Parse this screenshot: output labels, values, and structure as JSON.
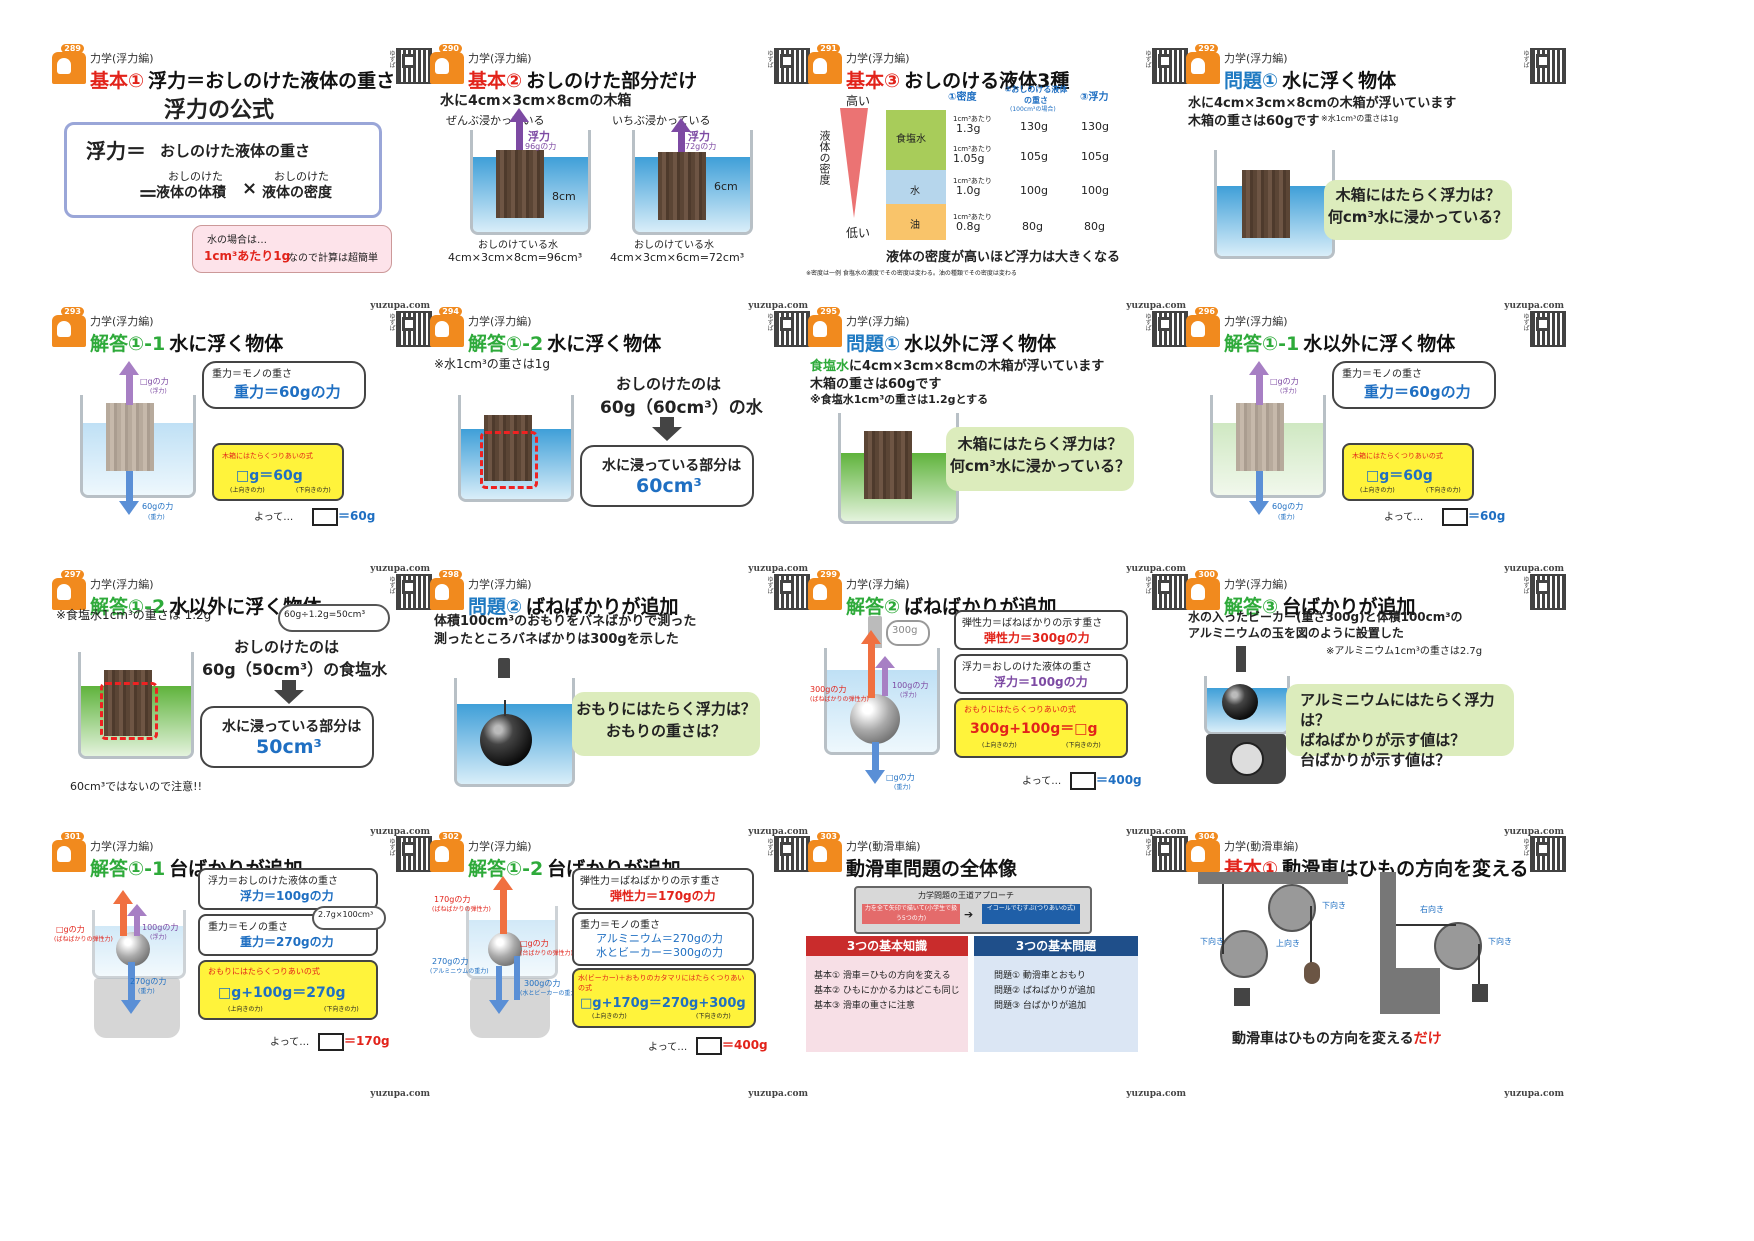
{
  "common": {
    "footer": "yuzupa.com",
    "qr_side": "ゆずぱ",
    "category": "力学(浮力編)",
    "category2": "力学(動滑車編)"
  },
  "cards": [
    {
      "num": "289",
      "tag": "基本①",
      "title": "浮力＝おしのけた液体の重さ",
      "heading": "浮力の公式",
      "f1a": "浮力＝",
      "f1b": "おしのけた液体の重さ",
      "f2eq": "＝",
      "f2a_top": "おしのけた",
      "f2a": "液体の体積",
      "times": "×",
      "f2b_top": "おしのけた",
      "f2b": "液体の密度",
      "note1": "水の場合は…",
      "note2a": "1cm³あたり1g",
      "note2b": "なので計算は超簡単"
    },
    {
      "num": "290",
      "tag": "基本②",
      "title": "おしのけた部分だけ",
      "lead": "水に4cm×3cm×8cmの木箱",
      "l1": "ぜんぶ浸かっている",
      "l2": "いちぶ浸かっている",
      "b1": "浮力",
      "b1s": "96gの力",
      "b2": "浮力",
      "b2s": "72gの力",
      "d1": "8cm",
      "d2": "6cm",
      "c1": "おしのけている水",
      "c1b": "4cm×3cm×8cm=96cm³",
      "c2": "おしのけている水",
      "c2b": "4cm×3cm×6cm=72cm³"
    },
    {
      "num": "291",
      "tag": "基本③",
      "title": "おしのける液体3種",
      "hi": "高い",
      "lo": "低い",
      "axis": "液体の密度",
      "h1": "①密度",
      "h2": "②おしのける液体の重さ",
      "h2s": "(100cm³の場合)",
      "h3": "③浮力",
      "rows": [
        {
          "name": "食塩水",
          "unit": "1cm³あたり",
          "d": "1.3g",
          "w": "130g",
          "f": "130g"
        },
        {
          "name": "",
          "unit": "1cm³あたり",
          "d": "1.05g",
          "w": "105g",
          "f": "105g"
        },
        {
          "name": "水",
          "unit": "1cm³あたり",
          "d": "1.0g",
          "w": "100g",
          "f": "100g"
        },
        {
          "name": "油",
          "unit": "1cm³あたり",
          "d": "0.8g",
          "w": "80g",
          "f": "80g"
        }
      ],
      "concl": "液体の密度が高いほど浮力は大きくなる",
      "fn": "※密度は一例 食塩水の濃度でその密度は変わる。油の種類でその密度は変わる"
    },
    {
      "num": "292",
      "tag": "問題①",
      "title": "水に浮く物体",
      "lead1": "水に4cm×3cm×8cmの木箱が浮いています",
      "lead2": "木箱の重さは60gです",
      "lead2s": "※水1cm³の重さは1g",
      "q1": "木箱にはたらく浮力は？",
      "q2": "何cm³水に浸かっている？"
    },
    {
      "num": "293",
      "tag": "解答①-1",
      "title": "水に浮く物体",
      "bu1": "重力＝モノの重さ",
      "bu2": "重力＝60gの力",
      "up": "□gの力",
      "ups": "(浮力)",
      "down": "60gの力",
      "downs": "(重力)",
      "yt": "木箱にはたらくつりあいの式",
      "ye": "□g＝60g",
      "yl": "(上向きの力)",
      "yr": "(下向きの力)",
      "res": "よって…",
      "ans": "＝60g"
    },
    {
      "num": "294",
      "tag": "解答①-2",
      "title": "水に浮く物体",
      "note": "※水1cm³の重さは1g",
      "t1": "おしのけたのは",
      "t2": "60g（60cm³）の水",
      "b1": "水に浸っている部分は",
      "b2": "60cm³"
    },
    {
      "num": "295",
      "tag": "問題①",
      "title": "水以外に浮く物体",
      "lead1a": "食塩水",
      "lead1b": "に4cm×3cm×8cmの木箱が浮いています",
      "lead2": "木箱の重さは60gです",
      "lead3": "※食塩水1cm³の重さは1.2gとする",
      "q1": "木箱にはたらく浮力は？",
      "q2": "何cm³水に浸かっている？"
    },
    {
      "num": "296",
      "tag": "解答①-1",
      "title": "水以外に浮く物体",
      "bu1": "重力＝モノの重さ",
      "bu2": "重力＝60gの力",
      "up": "□gの力",
      "ups": "(浮力)",
      "down": "60gの力",
      "downs": "(重力)",
      "yt": "木箱にはたらくつりあいの式",
      "ye": "□g＝60g",
      "yl": "(上向きの力)",
      "yr": "(下向きの力)",
      "res": "よって…",
      "ans": "＝60g"
    },
    {
      "num": "297",
      "tag": "解答①-2",
      "title": "水以外に浮く物体",
      "note": "※食塩水1cm³の重さは 1.2g",
      "calc": "60g÷1.2g=50cm³",
      "t1": "おしのけたのは",
      "t2": "60g（50cm³）の食塩水",
      "b1": "水に浸っている部分は",
      "b2": "50cm³",
      "warn": "60cm³ではないので注意!!"
    },
    {
      "num": "298",
      "tag": "問題②",
      "title": "ばねばかりが追加",
      "lead1": "体積100cm³のおもりをバネばかりで測った",
      "lead2": "測ったところバネばかりは300gを示した",
      "q1": "おもりにはたらく浮力は？",
      "q2": "おもりの重さは？"
    },
    {
      "num": "299",
      "tag": "解答②",
      "title": "ばねばかりが追加",
      "b1a": "弾性力＝ばねばかりの示す重さ",
      "b1b": "弾性力＝300gの力",
      "b2a": "浮力＝おしのけた液体の重さ",
      "b2b": "浮力＝100gの力",
      "yt": "おもりにはたらくつりあいの式",
      "ye": "300g+100g＝□g",
      "yl": "(上向きの力)",
      "yr": "(下向きの力)",
      "l300": "300gの力",
      "l300s": "(ばねばかりの弾性力)",
      "l100": "100gの力",
      "l100s": "(浮力)",
      "ld": "□gの力",
      "lds": "(重力)",
      "scale": "300g",
      "res": "よって…",
      "ans": "＝400g"
    },
    {
      "num": "300",
      "tag": "解答③",
      "title": "台ばかりが追加",
      "lead1": "水の入ったビーカー(重さ300g)と体積100cm³の",
      "lead2": "アルミニウムの玉を図のように設置した",
      "lead3": "※アルミニウム1cm³の重さは2.7g",
      "q1": "アルミニウムにはたらく浮力は？",
      "q2": "ばねばかりが示す値は？",
      "q3": "台ばかりが示す値は？"
    },
    {
      "num": "301",
      "tag": "解答①-1",
      "title": "台ばかりが追加",
      "b1a": "浮力＝おしのけた液体の重さ",
      "b1b": "浮力＝100gの力",
      "b2a": "重力＝モノの重さ",
      "b2b": "重力＝270gの力",
      "calc": "2.7g×100cm³",
      "yt": "おもりにはたらくつりあいの式",
      "ye": "□g+100g＝270g",
      "yl": "(上向きの力)",
      "yr": "(下向きの力)",
      "l1": "□gの力",
      "l1s": "(ばねばかりの弾性力)",
      "l2": "100gの力",
      "l2s": "(浮力)",
      "l3": "270gの力",
      "l3s": "(重力)",
      "res": "よって…",
      "ans": "＝170g"
    },
    {
      "num": "302",
      "tag": "解答①-2",
      "title": "台ばかりが追加",
      "b1a": "弾性力＝ばねばかりの示す重さ",
      "b1b": "弾性力＝170gの力",
      "b2a": "重力＝モノの重さ",
      "b2b": "アルミニウム＝270gの力",
      "b2c": "水とビーカー＝300gの力",
      "yt": "水(ビーカー)＋おもりのカタマリにはたらくつりあいの式",
      "ye": "□g+170g＝270g+300g",
      "yl": "(上向きの力)",
      "yr": "(下向きの力)",
      "l1": "170gの力",
      "l1s": "(ばねばかりの弾性力)",
      "l2": "□gの力",
      "l2s": "(台ばかりの弾性力)",
      "l3": "270gの力",
      "l3s": "(アルミニウムの重力)",
      "l4": "300gの力",
      "l4s": "(水とビーカーの重力)",
      "res": "よって…",
      "ans": "＝400g"
    },
    {
      "num": "303",
      "tag": "",
      "title": "動滑車問題の全体像",
      "app": "力学問題の王道アプローチ",
      "app1": "力を全て矢印で描いて(小学生で扱う5つの力)",
      "app2": "イコールでむすぶ(つりあいの式)",
      "left_h": "3つの基本知識",
      "left": [
        "基本① 滑車＝ひもの方向を変える",
        "基本② ひもにかかる力はどこも同じ",
        "基本③ 滑車の重さに注意"
      ],
      "right_h": "3つの基本問題",
      "right": [
        "問題① 動滑車とおもり",
        "問題② ばねばかりが追加",
        "問題③ 台ばかりが追加"
      ]
    },
    {
      "num": "304",
      "tag": "基本①",
      "title": "動滑車はひもの方向を変える",
      "down": "下向き",
      "up": "上向き",
      "right": "右向き",
      "down2": "下向き",
      "down3": "下向き",
      "concl1": "動滑車はひもの方向を変える",
      "concl2": "だけ"
    }
  ]
}
